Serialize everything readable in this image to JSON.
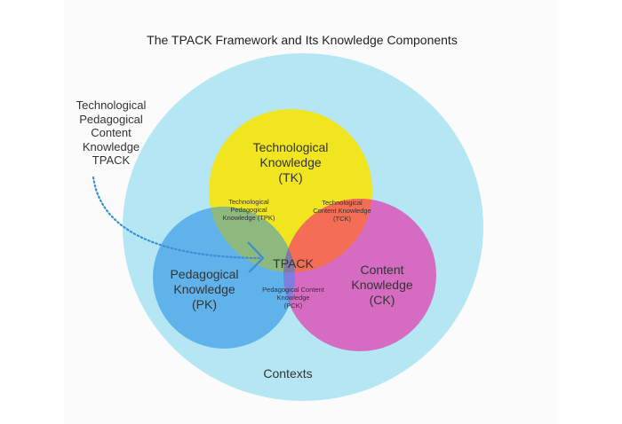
{
  "title": "The TPACK Framework and Its Knowledge Components",
  "side_label": "Technological\nPedagogical\nContent\nKnowledge\nTPACK",
  "regions": {
    "tk": "Technological\nKnowledge\n(TK)",
    "pk": "Pedagogical\nKnowledge\n(PK)",
    "ck": "Content\nKnowledge\n(CK)",
    "tpk": "Technological\nPedagogical\nKnowledge (TPK)",
    "tck": "Technological\nContent Knowledge\n(TCK)",
    "pck": "Pedagogical Content\nKnowledge\n(PCK)",
    "tpack": "TPACK",
    "contexts": "Contexts"
  },
  "colors": {
    "contexts": "#b5e6f4",
    "tk": "#f1e51f",
    "pk": "#5fb3ea",
    "ck": "#d56cc2",
    "tpk": "#8db87e",
    "tck": "#f36e55",
    "pck": "#7d7fdd",
    "tpack": "#7e7aa0",
    "arrow": "#3a8fd0"
  }
}
